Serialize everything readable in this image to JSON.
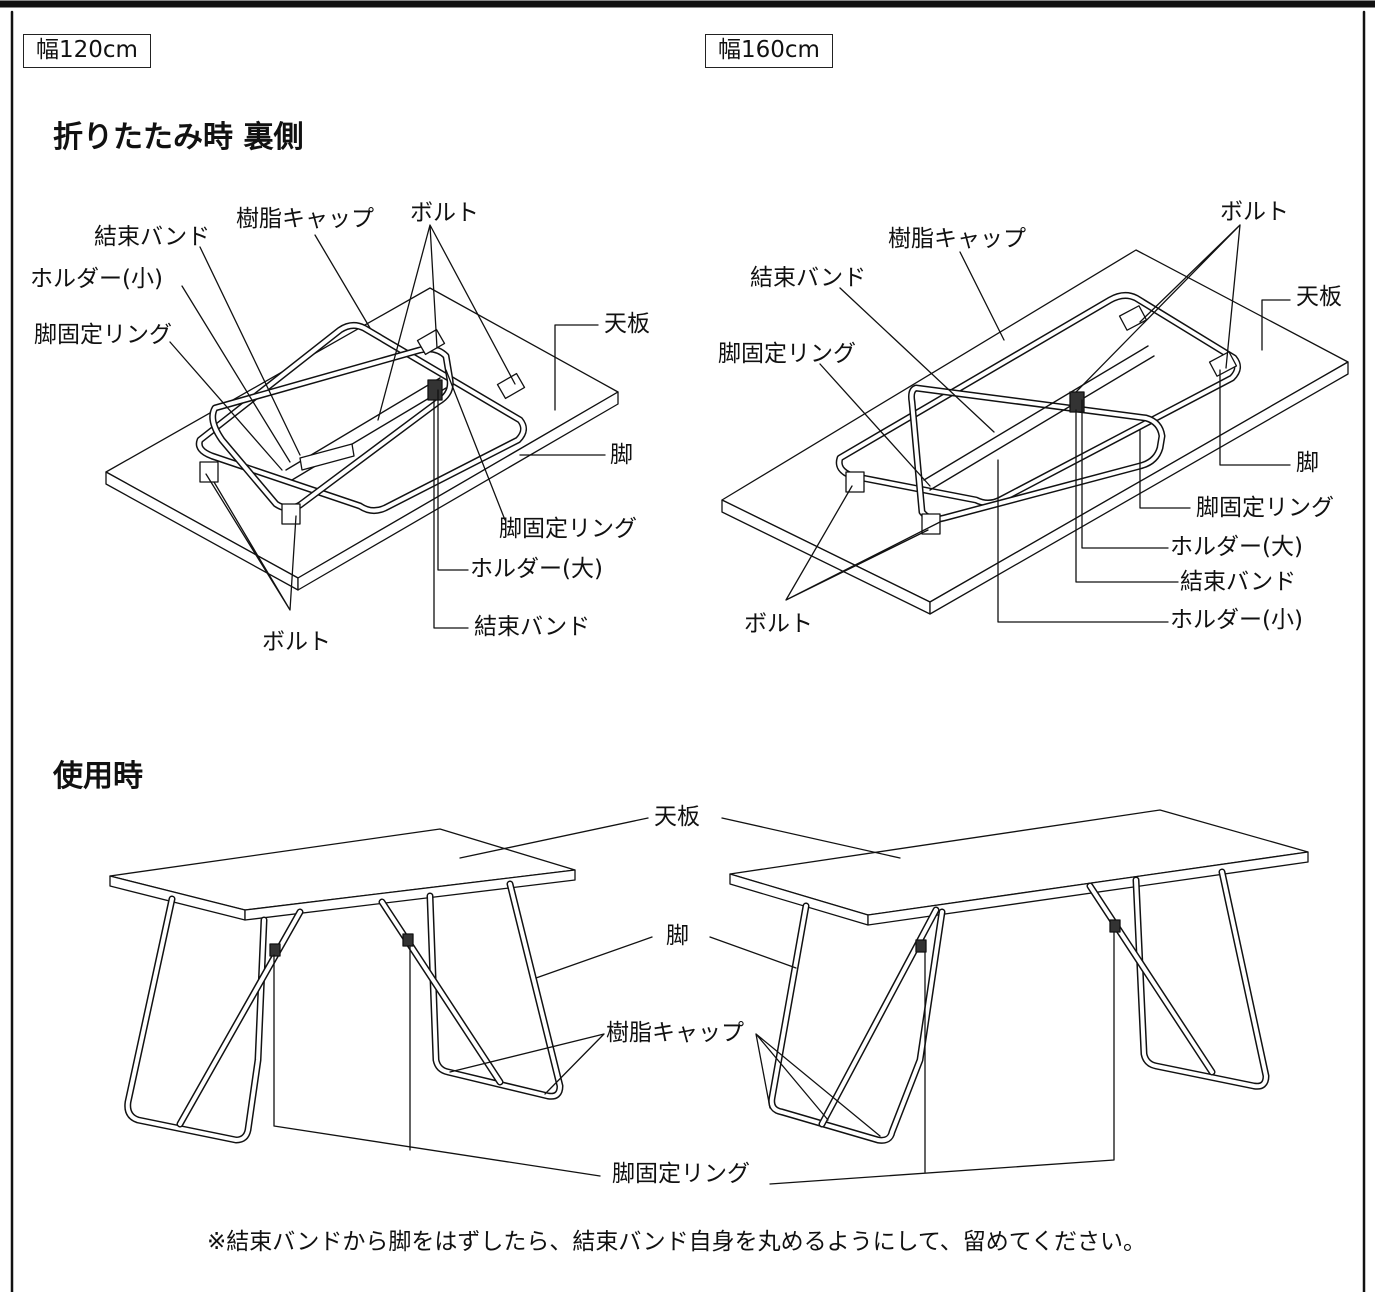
{
  "size_labels": {
    "w120": "幅120cm",
    "w160": "幅160cm"
  },
  "headings": {
    "folded": "折りたたみ時 裏側",
    "in_use": "使用時"
  },
  "folded_120": {
    "band_top": "結束バンド",
    "cap": "樹脂キャップ",
    "bolt_top": "ボルト",
    "holder_small": "ホルダー(小)",
    "ring_left": "脚固定リング",
    "top": "天板",
    "leg": "脚",
    "ring_right": "脚固定リング",
    "holder_large": "ホルダー(大)",
    "band_bottom": "結束バンド",
    "bolt_bottom": "ボルト"
  },
  "folded_160": {
    "bolt_top": "ボルト",
    "cap": "樹脂キャップ",
    "band_top": "結束バンド",
    "top": "天板",
    "ring_left": "脚固定リング",
    "leg": "脚",
    "ring_right": "脚固定リング",
    "holder_large": "ホルダー(大)",
    "band_right": "結束バンド",
    "holder_small": "ホルダー(小)",
    "bolt_bottom": "ボルト"
  },
  "in_use": {
    "top": "天板",
    "leg": "脚",
    "cap": "樹脂キャップ",
    "ring": "脚固定リング"
  },
  "note": "※結束バンドから脚をはずしたら、結束バンド自身を丸めるようにして、留めてください。"
}
